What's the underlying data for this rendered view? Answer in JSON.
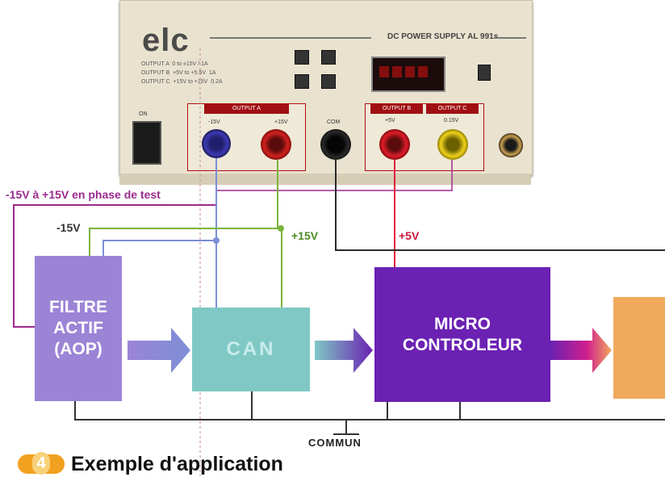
{
  "power_supply": {
    "brand": "elc",
    "model": "DC POWER SUPPLY AL 991s",
    "specs": "OUTPUT A  0 to ±15V / 1A\nOUTPUT B  +5V to +5.5V  1A\nOUTPUT C  +15V to +15V  0.2A",
    "panel_a_tag": "OUTPUT A",
    "panel_b_tag": "OUTPUT B",
    "panel_c_tag": "OUTPUT C",
    "terminal_neg15": "-15V",
    "terminal_pos15": "+15V",
    "terminal_com": "COM",
    "terminal_5v": "+5V",
    "terminal_15v": "0.15V",
    "switch_label": "ON"
  },
  "wires": {
    "test_label": "-15V à +15V en phase de test",
    "neg15_label": "-15V",
    "pos15_label": "+15V",
    "pos5_label": "+5V"
  },
  "blocks": {
    "filtre": [
      "FILTRE",
      "ACTIF",
      "(AOP)"
    ],
    "can": "CAN",
    "micro": [
      "MICRO",
      "CONTROLEUR"
    ]
  },
  "ground_label": "COMMUN",
  "figure": {
    "number": "4",
    "caption": "Exemple d'application"
  },
  "colors": {
    "test_wire": "#9a2a8c",
    "neg15_wire": "#7c8fd6",
    "pos15_wire": "#7ab43c",
    "pos5_wire": "#e0203a",
    "com_wire": "#2a2a2a",
    "badge": "#f2a020"
  }
}
